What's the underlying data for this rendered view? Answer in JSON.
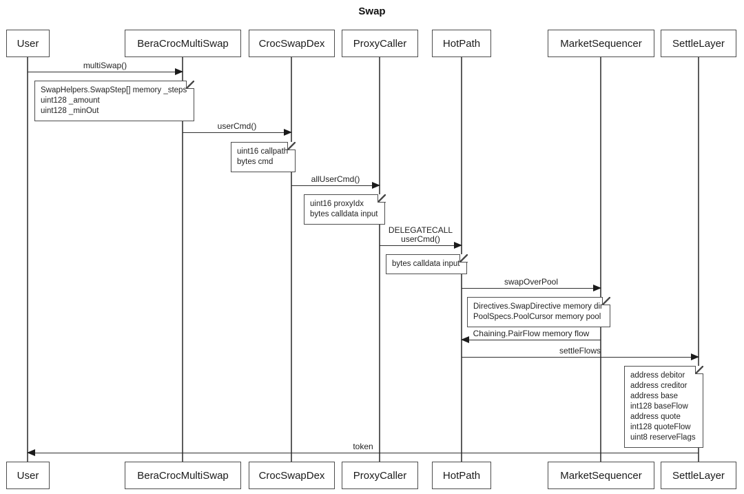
{
  "title": "Swap",
  "participants": [
    {
      "name": "User"
    },
    {
      "name": "BeraCrocMultiSwap"
    },
    {
      "name": "CrocSwapDex"
    },
    {
      "name": "ProxyCaller"
    },
    {
      "name": "HotPath"
    },
    {
      "name": "MarketSequencer"
    },
    {
      "name": "SettleLayer"
    }
  ],
  "messages": [
    {
      "id": "multiSwap",
      "label": "multiSwap()",
      "from": "User",
      "to": "BeraCrocMultiSwap",
      "direction": "right"
    },
    {
      "id": "userCmd",
      "label": "userCmd()",
      "from": "BeraCrocMultiSwap",
      "to": "CrocSwapDex",
      "direction": "right"
    },
    {
      "id": "allUserCmd",
      "label": "allUserCmd()",
      "from": "CrocSwapDex",
      "to": "ProxyCaller",
      "direction": "right"
    },
    {
      "id": "delegatecallUserCmd",
      "label": "DELEGATECALL",
      "label2": "userCmd()",
      "from": "ProxyCaller",
      "to": "HotPath",
      "direction": "right"
    },
    {
      "id": "swapOverPool",
      "label": "swapOverPool",
      "from": "HotPath",
      "to": "MarketSequencer",
      "direction": "right"
    },
    {
      "id": "pairFlowReturn",
      "label": "Chaining.PairFlow memory flow",
      "from": "MarketSequencer",
      "to": "HotPath",
      "direction": "left"
    },
    {
      "id": "settleFlows",
      "label": "settleFlows",
      "from": "HotPath",
      "to": "SettleLayer",
      "direction": "right"
    },
    {
      "id": "tokenReturn",
      "label": "token",
      "from": "SettleLayer",
      "to": "User",
      "direction": "left"
    }
  ],
  "notes": [
    {
      "attached_to": "multiSwap",
      "lines": [
        "SwapHelpers.SwapStep[] memory _steps",
        "uint128 _amount",
        "uint128 _minOut"
      ]
    },
    {
      "attached_to": "userCmd",
      "lines": [
        "uint16 callpath",
        "bytes cmd"
      ]
    },
    {
      "attached_to": "allUserCmd",
      "lines": [
        "uint16 proxyIdx",
        "bytes calldata input"
      ]
    },
    {
      "attached_to": "delegatecallUserCmd",
      "lines": [
        "bytes calldata input"
      ]
    },
    {
      "attached_to": "swapOverPool",
      "lines": [
        "Directives.SwapDirective memory dir",
        "PoolSpecs.PoolCursor memory pool"
      ]
    },
    {
      "attached_to": "settleFlows",
      "lines": [
        "address debitor",
        "address creditor",
        "address base",
        "int128 baseFlow",
        "address quote",
        "int128 quoteFlow",
        "uint8 reserveFlags"
      ]
    }
  ],
  "colors": {
    "background": "#ffffff",
    "line": "#2e2e2e",
    "box_border": "#4c4c4c",
    "text": "#1f1f1f"
  }
}
